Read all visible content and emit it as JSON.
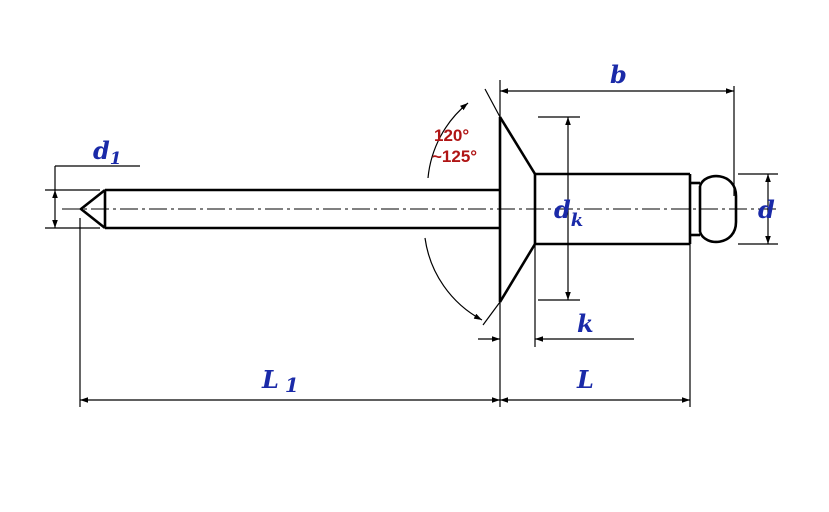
{
  "labels": {
    "d1_main": "d",
    "d1_sub": "1",
    "b": "b",
    "dk_main": "d",
    "dk_sub": "k",
    "d": "d",
    "k": "k",
    "L1_main": "L",
    "L1_sub": "1",
    "L": "L"
  },
  "angle": {
    "line1": "120°",
    "line2": "~125°"
  },
  "colors": {
    "line": "#000000",
    "dimension_text": "#1a2aa8",
    "angle_text": "#b01515"
  }
}
